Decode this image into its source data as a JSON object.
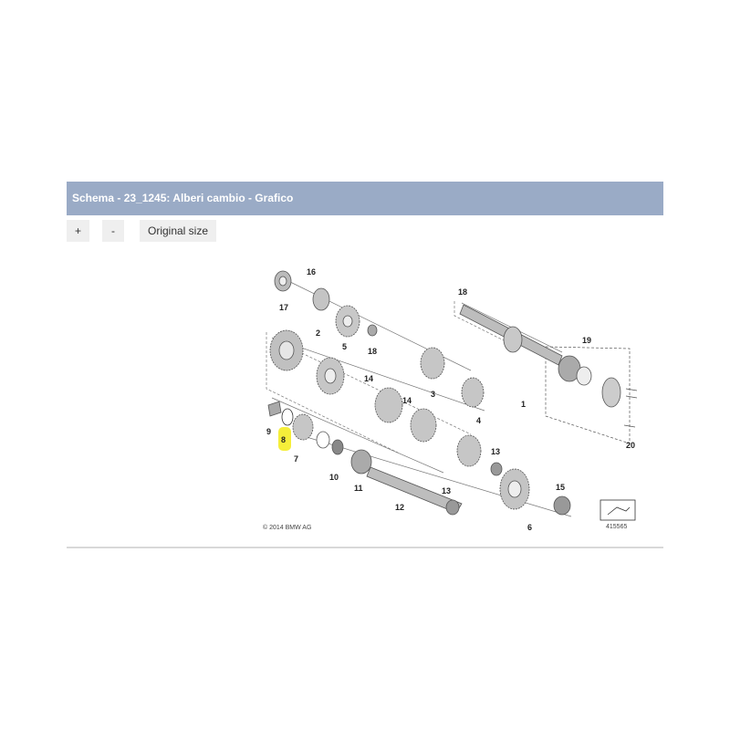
{
  "header": {
    "title": "Schema - 23_1245: Alberi cambio - Grafico"
  },
  "toolbar": {
    "zoom_in": "+",
    "zoom_out": "-",
    "original_size": "Original size"
  },
  "diagram": {
    "copyright": "© 2014 BMW AG",
    "image_number": "415565",
    "part_labels": [
      "16",
      "17",
      "2",
      "18",
      "5",
      "18",
      "1",
      "19",
      "14",
      "3",
      "14",
      "4",
      "9",
      "8",
      "7",
      "10",
      "11",
      "12",
      "13",
      "13",
      "15",
      "6",
      "20"
    ],
    "highlighted_part": "8",
    "highlight_color": "#f5ee3a"
  }
}
